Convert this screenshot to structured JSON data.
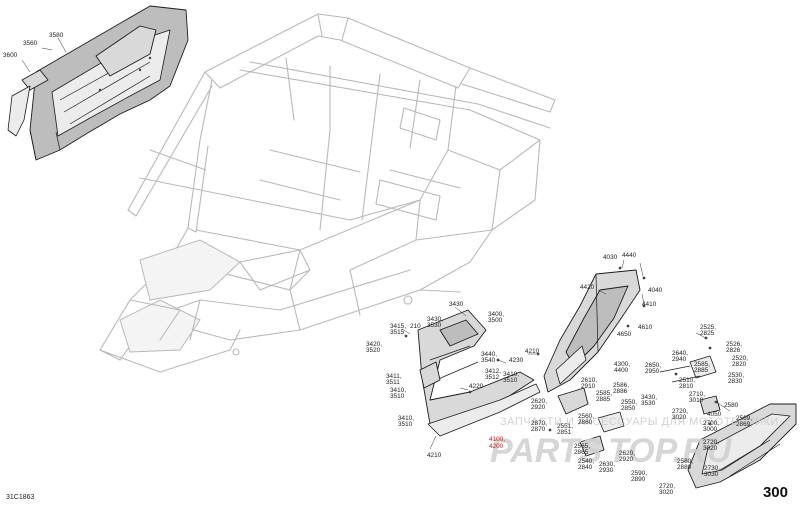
{
  "page_number": "300",
  "diagram_code": "31C1863",
  "watermark": {
    "text": "ЗАПЧАСТИ И АКСЕССУАРЫ ДЛЯ МОТОТЕХНИКИ",
    "logo_left": "PARTS",
    "logo_right": "TOP.RU"
  },
  "callouts": [
    {
      "id": "c3600",
      "text": "3600",
      "red": false
    },
    {
      "id": "c3560",
      "text": "3560",
      "red": false
    },
    {
      "id": "c3580",
      "text": "3580",
      "red": false
    },
    {
      "id": "c4030",
      "text": "4030",
      "red": false
    },
    {
      "id": "c4440",
      "text": "4440",
      "red": false
    },
    {
      "id": "c4420",
      "text": "4420",
      "red": false
    },
    {
      "id": "c4040",
      "text": "4040",
      "red": false
    },
    {
      "id": "c4410",
      "text": "4410",
      "red": false
    },
    {
      "id": "c4650",
      "text": "4650",
      "red": false
    },
    {
      "id": "c4610",
      "text": "4610",
      "red": false
    },
    {
      "id": "c3430",
      "text": "3430",
      "red": false
    },
    {
      "id": "c3400a",
      "text": "3400,",
      "red": false
    },
    {
      "id": "c3500",
      "text": "3500",
      "red": false
    },
    {
      "id": "c3415",
      "text": "3415,",
      "red": false
    },
    {
      "id": "c3515",
      "text": "3515",
      "red": false
    },
    {
      "id": "c210",
      "text": "210",
      "red": false
    },
    {
      "id": "c3430b",
      "text": "3430,",
      "red": false
    },
    {
      "id": "c3530",
      "text": "3530",
      "red": false
    },
    {
      "id": "c3420",
      "text": "3420,",
      "red": false
    },
    {
      "id": "c3520",
      "text": "3520",
      "red": false
    },
    {
      "id": "c3440",
      "text": "3440,",
      "red": false
    },
    {
      "id": "c3540",
      "text": "3540",
      "red": false
    },
    {
      "id": "c4230",
      "text": "4230",
      "red": false
    },
    {
      "id": "c4210a",
      "text": "4210",
      "red": false
    },
    {
      "id": "c3411",
      "text": "3411,",
      "red": false
    },
    {
      "id": "c3511",
      "text": "3511",
      "red": false
    },
    {
      "id": "c3412",
      "text": "3412,",
      "red": false
    },
    {
      "id": "c3512",
      "text": "3512",
      "red": false
    },
    {
      "id": "c3410a",
      "text": "3410,",
      "red": false
    },
    {
      "id": "c3510a",
      "text": "3510",
      "red": false
    },
    {
      "id": "c4220",
      "text": "4220",
      "red": false
    },
    {
      "id": "c3410b",
      "text": "3410,",
      "red": false
    },
    {
      "id": "c3510b",
      "text": "3510",
      "red": false
    },
    {
      "id": "c3410c",
      "text": "3410,",
      "red": false
    },
    {
      "id": "c3510c",
      "text": "3510",
      "red": false
    },
    {
      "id": "c4300",
      "text": "4300,",
      "red": false
    },
    {
      "id": "c4400",
      "text": "4400",
      "red": false
    },
    {
      "id": "c2610",
      "text": "2610,",
      "red": false
    },
    {
      "id": "c2910",
      "text": "2910",
      "red": false
    },
    {
      "id": "c2586",
      "text": "2586,",
      "red": false
    },
    {
      "id": "c2886",
      "text": "2886",
      "red": false
    },
    {
      "id": "c2585a",
      "text": "2585,",
      "red": false
    },
    {
      "id": "c2885a",
      "text": "2885",
      "red": false
    },
    {
      "id": "c2620a",
      "text": "2620,",
      "red": false
    },
    {
      "id": "c2920a",
      "text": "2920",
      "red": false
    },
    {
      "id": "c2550",
      "text": "2550,",
      "red": false
    },
    {
      "id": "c2850",
      "text": "2850",
      "red": false
    },
    {
      "id": "c3430c",
      "text": "3430,",
      "red": false
    },
    {
      "id": "c3530c",
      "text": "3530",
      "red": false
    },
    {
      "id": "c2650",
      "text": "2650,",
      "red": false
    },
    {
      "id": "c2950",
      "text": "2950",
      "red": false
    },
    {
      "id": "c2640",
      "text": "2640,",
      "red": false
    },
    {
      "id": "c2940",
      "text": "2940",
      "red": false
    },
    {
      "id": "c2585b",
      "text": "2585,",
      "red": false
    },
    {
      "id": "c2885b",
      "text": "2885",
      "red": false
    },
    {
      "id": "c2510",
      "text": "2510,",
      "red": false
    },
    {
      "id": "c2810",
      "text": "2810",
      "red": false
    },
    {
      "id": "c2525",
      "text": "2525,",
      "red": false
    },
    {
      "id": "c2825",
      "text": "2825",
      "red": false
    },
    {
      "id": "c2526",
      "text": "2526,",
      "red": false
    },
    {
      "id": "c2826",
      "text": "2826",
      "red": false
    },
    {
      "id": "c2520",
      "text": "2520,",
      "red": false
    },
    {
      "id": "c2820",
      "text": "2820",
      "red": false
    },
    {
      "id": "c2530",
      "text": "2530,",
      "red": false
    },
    {
      "id": "c2830",
      "text": "2830",
      "red": false
    },
    {
      "id": "c2710",
      "text": "2710,",
      "red": false
    },
    {
      "id": "c3010",
      "text": "3010",
      "red": false
    },
    {
      "id": "c2580a",
      "text": "2580",
      "red": false
    },
    {
      "id": "c2870",
      "text": "2870,",
      "red": false
    },
    {
      "id": "c2870b",
      "text": "2870",
      "red": false
    },
    {
      "id": "c2551",
      "text": "2551,",
      "red": false
    },
    {
      "id": "c2851",
      "text": "2851",
      "red": false
    },
    {
      "id": "c2560",
      "text": "2560,",
      "red": false
    },
    {
      "id": "c2860",
      "text": "2860",
      "red": false
    },
    {
      "id": "c4050",
      "text": "4050",
      "red": false
    },
    {
      "id": "c2720a",
      "text": "2720,",
      "red": false
    },
    {
      "id": "c3020a",
      "text": "3020",
      "red": false
    },
    {
      "id": "c2700",
      "text": "2700,",
      "red": false
    },
    {
      "id": "c3000",
      "text": "3000",
      "red": false
    },
    {
      "id": "c2569",
      "text": "2569,",
      "red": false
    },
    {
      "id": "c2869",
      "text": "2869",
      "red": false
    },
    {
      "id": "c4100",
      "text": "4100,",
      "red": true
    },
    {
      "id": "c4200",
      "text": "4200",
      "red": true
    },
    {
      "id": "c2565",
      "text": "2565,",
      "red": false
    },
    {
      "id": "c2865",
      "text": "2865",
      "red": false
    },
    {
      "id": "c2620b",
      "text": "2620,",
      "red": false
    },
    {
      "id": "c2920b",
      "text": "2920",
      "red": false
    },
    {
      "id": "c2720b",
      "text": "2720,",
      "red": false
    },
    {
      "id": "c3020b",
      "text": "3020",
      "red": false
    },
    {
      "id": "c2540",
      "text": "2540,",
      "red": false
    },
    {
      "id": "c2840",
      "text": "2840",
      "red": false
    },
    {
      "id": "c2580b",
      "text": "2580,",
      "red": false
    },
    {
      "id": "c2880",
      "text": "2880",
      "red": false
    },
    {
      "id": "c4210b",
      "text": "4210",
      "red": false
    },
    {
      "id": "c2630",
      "text": "2630,",
      "red": false
    },
    {
      "id": "c2930",
      "text": "2930",
      "red": false
    },
    {
      "id": "c2730",
      "text": "2730,",
      "red": false
    },
    {
      "id": "c3030",
      "text": "3030",
      "red": false
    },
    {
      "id": "c2590",
      "text": "2590,",
      "red": false
    },
    {
      "id": "c2890",
      "text": "2890",
      "red": false
    },
    {
      "id": "c2720c",
      "text": "2720,",
      "red": false
    },
    {
      "id": "c3020c",
      "text": "3020",
      "red": false
    }
  ]
}
